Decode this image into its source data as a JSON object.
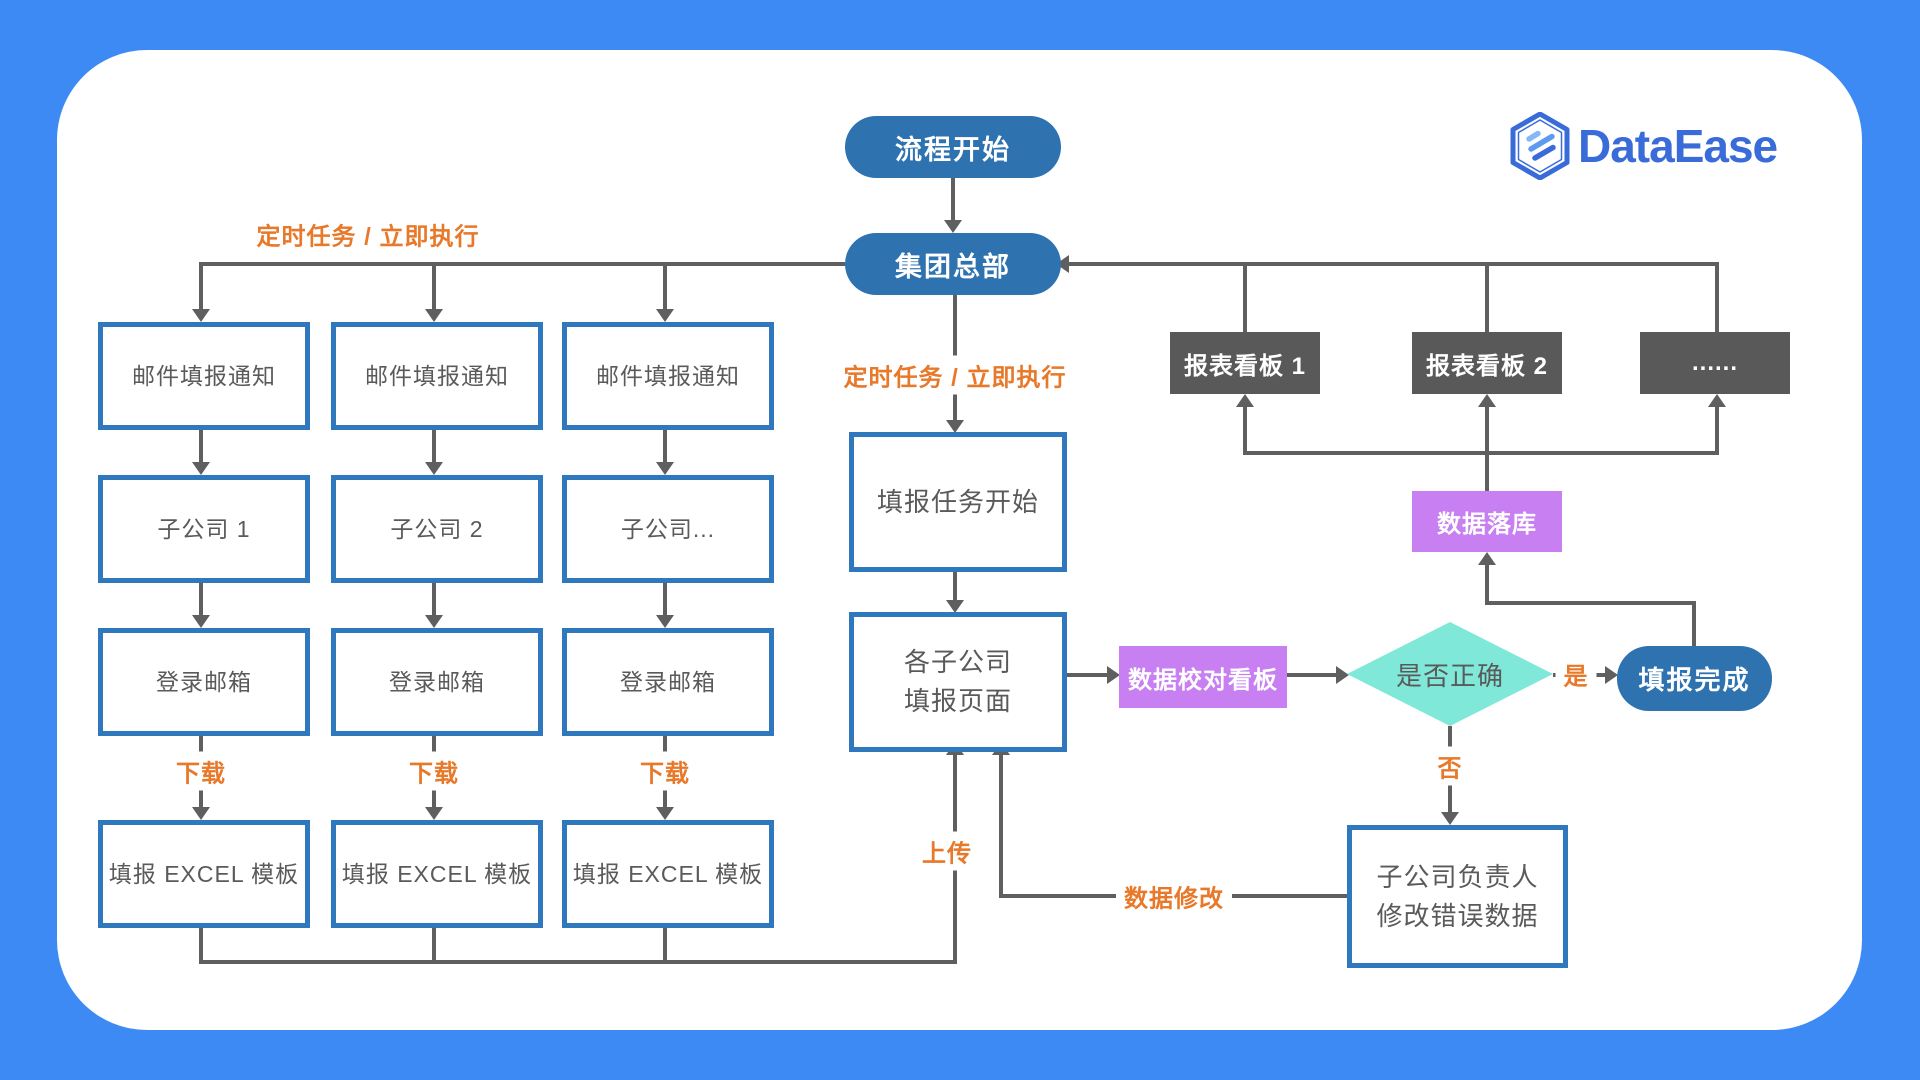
{
  "colors": {
    "bg": "#3d8af5",
    "card": "#ffffff",
    "pill": "#2e72b0",
    "box-border": "#2f78bd",
    "box-text": "#5a5a5a",
    "line": "#5f5f5f",
    "orange": "#e8792a",
    "purple": "#c77ff1",
    "teal": "#7fe8d9",
    "dark": "#595959",
    "logo-blue": "#3a6cd9",
    "logo-stripe-light": "#85b9f7",
    "logo-stripe-mid": "#5d9af0"
  },
  "logo": {
    "text": "DataEase"
  },
  "flow": {
    "start": "流程开始",
    "hq": "集团总部",
    "schedule_label_left": "定时任务 / 立即执行",
    "schedule_label_center": "定时任务 / 立即执行",
    "columns": [
      {
        "notice": "邮件填报通知",
        "company": "子公司 1",
        "mailbox": "登录邮箱",
        "download": "下载",
        "template": "填报 EXCEL 模板"
      },
      {
        "notice": "邮件填报通知",
        "company": "子公司 2",
        "mailbox": "登录邮箱",
        "download": "下载",
        "template": "填报 EXCEL 模板"
      },
      {
        "notice": "邮件填报通知",
        "company": "子公司...",
        "mailbox": "登录邮箱",
        "download": "下载",
        "template": "填报 EXCEL 模板"
      }
    ],
    "task_start": "填报任务开始",
    "fill_page_line1": "各子公司",
    "fill_page_line2": "填报页面",
    "upload_label": "上传",
    "check_board": "数据校对看板",
    "decision": "是否正确",
    "yes_label": "是",
    "no_label": "否",
    "complete": "填报完成",
    "data_store": "数据落库",
    "dashboards": [
      "报表看板 1",
      "报表看板 2",
      "......"
    ],
    "fix_line1": "子公司负责人",
    "fix_line2": "修改错误数据",
    "fix_label": "数据修改"
  }
}
